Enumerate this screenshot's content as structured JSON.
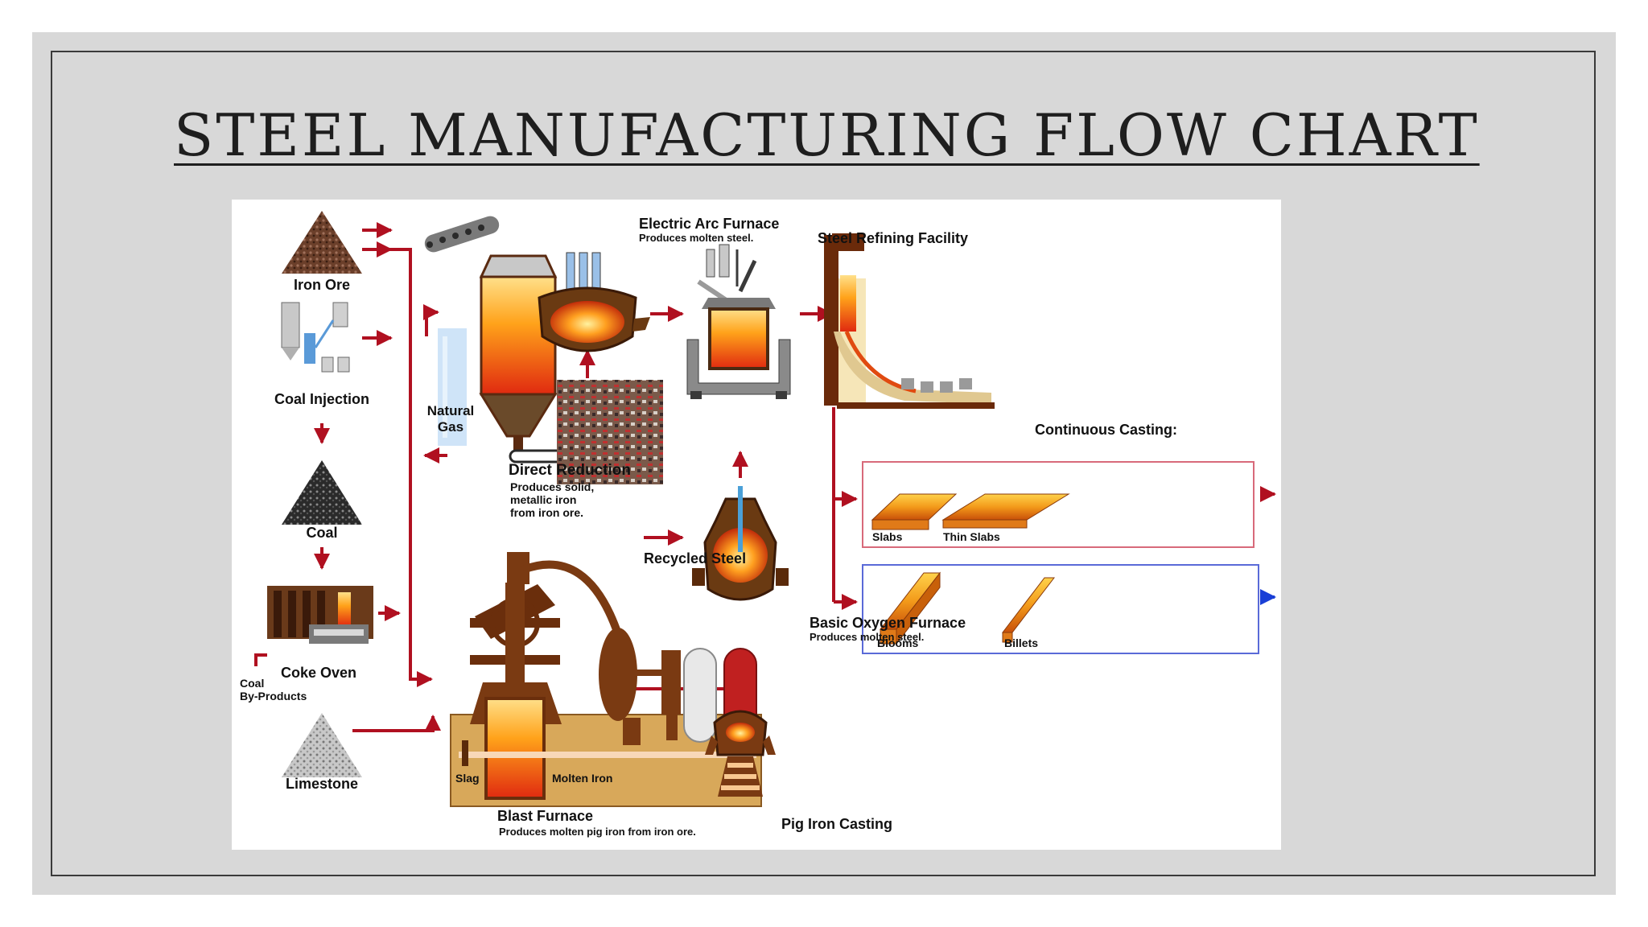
{
  "slide": {
    "title": "STEEL MANUFACTURING FLOW CHART"
  },
  "diagram": {
    "nodes": {
      "iron_ore": "Iron Ore",
      "coal_injection": "Coal Injection",
      "coal": "Coal",
      "coke_oven": "Coke Oven",
      "coal_byproducts_1": "Coal",
      "coal_byproducts_2": "By-Products",
      "limestone": "Limestone",
      "natural_gas_1": "Natural",
      "natural_gas_2": "Gas",
      "direct_reduction": "Direct Reduction",
      "direct_reduction_desc_1": "Produces solid,",
      "direct_reduction_desc_2": "metallic iron",
      "direct_reduction_desc_3": "from iron ore.",
      "electric_arc_furnace": "Electric Arc Furnace",
      "electric_arc_furnace_desc": "Produces molten steel.",
      "steel_refining": "Steel Refining Facility",
      "continuous_casting": "Continuous Casting:",
      "recycled_steel": "Recycled Steel",
      "basic_oxygen_furnace": "Basic Oxygen Furnace",
      "basic_oxygen_furnace_desc": "Produces molten steel.",
      "blast_furnace": "Blast Furnace",
      "blast_furnace_desc": "Produces molten pig iron from iron ore.",
      "slag": "Slag",
      "molten_iron": "Molten Iron",
      "pig_iron_casting": "Pig Iron Casting",
      "slabs": "Slabs",
      "thin_slabs": "Thin Slabs",
      "blooms": "Blooms",
      "billets": "Billets"
    },
    "colors": {
      "arrow": "#b01020",
      "arrow_blue": "#1a3fd6",
      "steel_orange": "#f08a1a",
      "furnace_brown": "#7a3a12",
      "slab_box": "#d86a7a",
      "bloom_box": "#5a6ad8"
    }
  }
}
